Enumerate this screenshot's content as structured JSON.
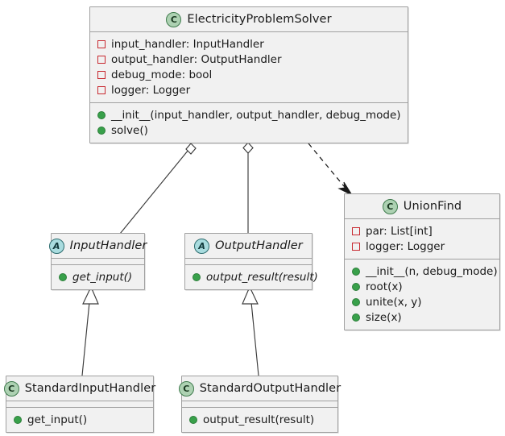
{
  "diagram": {
    "type": "uml-class-diagram",
    "background": "#ffffff",
    "colors": {
      "class_fill": "#f1f1f1",
      "class_border": "#a0a0a0",
      "class_badge_fill": "#ADD1B2",
      "class_badge_border": "#3f7b4d",
      "abstract_badge_fill": "#A9DCDF",
      "abstract_badge_border": "#2b6b6e",
      "field_marker": "#C82930",
      "method_marker": "#38A04A",
      "line": "#3a3a3a",
      "text": "#1a1a1a"
    },
    "badges": {
      "class": "C",
      "abstract": "A"
    },
    "classes": [
      {
        "id": "electricity-problem-solver",
        "name": "ElectricityProblemSolver",
        "stereotype": "class",
        "abstract": false,
        "fields": [
          "input_handler: InputHandler",
          "output_handler: OutputHandler",
          "debug_mode: bool",
          "logger: Logger"
        ],
        "methods": [
          "__init__(input_handler, output_handler, debug_mode)",
          "solve()"
        ]
      },
      {
        "id": "union-find",
        "name": "UnionFind",
        "stereotype": "class",
        "abstract": false,
        "fields": [
          "par: List[int]",
          "logger: Logger"
        ],
        "methods": [
          "__init__(n, debug_mode)",
          "root(x)",
          "unite(x, y)",
          "size(x)"
        ]
      },
      {
        "id": "input-handler",
        "name": "InputHandler",
        "stereotype": "abstract",
        "abstract": true,
        "fields": [],
        "methods": [
          "get_input()"
        ]
      },
      {
        "id": "output-handler",
        "name": "OutputHandler",
        "stereotype": "abstract",
        "abstract": true,
        "fields": [],
        "methods": [
          "output_result(result)"
        ]
      },
      {
        "id": "standard-input-handler",
        "name": "StandardInputHandler",
        "stereotype": "class",
        "abstract": false,
        "fields": [],
        "methods": [
          "get_input()"
        ]
      },
      {
        "id": "standard-output-handler",
        "name": "StandardOutputHandler",
        "stereotype": "class",
        "abstract": false,
        "fields": [],
        "methods": [
          "output_result(result)"
        ]
      }
    ],
    "relationships": [
      {
        "id": "solver-aggregates-input-handler",
        "from": "electricity-problem-solver",
        "to": "input-handler",
        "kind": "aggregation",
        "style": "solid",
        "end_marker": "hollow-diamond"
      },
      {
        "id": "solver-aggregates-output-handler",
        "from": "electricity-problem-solver",
        "to": "output-handler",
        "kind": "aggregation",
        "style": "solid",
        "end_marker": "hollow-diamond"
      },
      {
        "id": "solver-depends-union-find",
        "from": "electricity-problem-solver",
        "to": "union-find",
        "kind": "dependency",
        "style": "dashed",
        "end_marker": "filled-arrow"
      },
      {
        "id": "standard-input-handler-extends-input-handler",
        "from": "standard-input-handler",
        "to": "input-handler",
        "kind": "inheritance",
        "style": "solid",
        "end_marker": "hollow-triangle"
      },
      {
        "id": "standard-output-handler-extends-output-handler",
        "from": "standard-output-handler",
        "to": "output-handler",
        "kind": "inheritance",
        "style": "solid",
        "end_marker": "hollow-triangle"
      }
    ]
  }
}
